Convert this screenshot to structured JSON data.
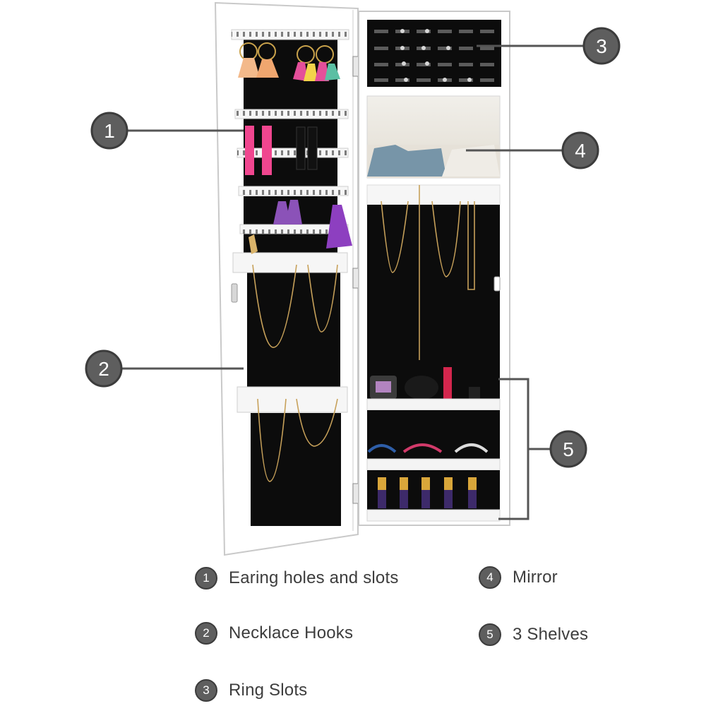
{
  "features": [
    {
      "num": "1",
      "label": "Earing holes and slots"
    },
    {
      "num": "2",
      "label": "Necklace Hooks"
    },
    {
      "num": "3",
      "label": "Ring Slots"
    },
    {
      "num": "4",
      "label": "Mirror"
    },
    {
      "num": "5",
      "label": "3 Shelves"
    }
  ],
  "colors": {
    "badge": "#5e5e5e",
    "badge_border": "#3c3c3c",
    "leader_line": "#555555",
    "cabinet": "#ffffff",
    "lining": "#0c0c0c",
    "label_text": "#3d3d3d"
  }
}
